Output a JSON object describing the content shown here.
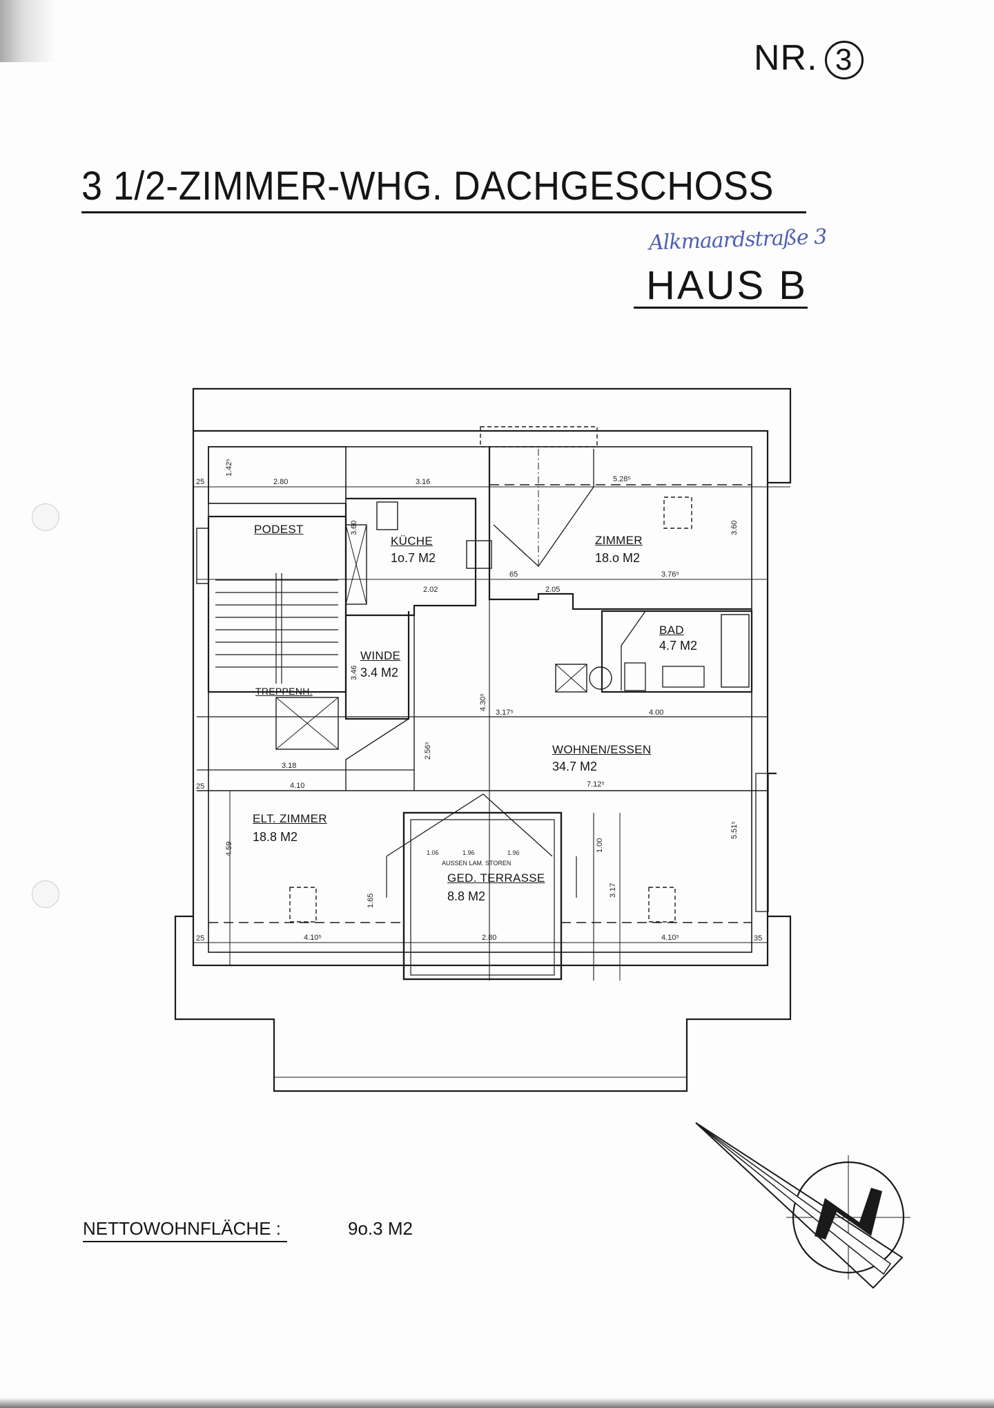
{
  "header": {
    "number_label": "NR.",
    "number_value": "3",
    "title": "3 1/2-ZIMMER-WHG. DACHGESCHOSS",
    "handwritten_note": "Alkmaardstraße 3",
    "house": "HAUS B"
  },
  "rooms": [
    {
      "name": "PODEST",
      "area": ""
    },
    {
      "name": "KÜCHE",
      "area": "1o.7 M2"
    },
    {
      "name": "ZIMMER",
      "area": "18.o M2"
    },
    {
      "name": "BAD",
      "area": "4.7 M2"
    },
    {
      "name": "WINDE",
      "area": "3.4 M2"
    },
    {
      "name": "TREPPENH.",
      "area": ""
    },
    {
      "name": "WOHNEN/ESSEN",
      "area": "34.7 M2"
    },
    {
      "name": "ELT. ZIMMER",
      "area": "18.8 M2"
    },
    {
      "name": "GED. TERRASSE",
      "area": "8.8 M2"
    }
  ],
  "annotations": {
    "storen": "AUSSEN LAM. STOREN"
  },
  "dimensions": [
    "2.80",
    "3.16",
    "5.28⁵",
    "3.76⁵",
    "2.80",
    "4.10⁵",
    "4.10⁵",
    "4.10",
    "7.12⁵",
    "4.00",
    "3.17⁵",
    "3.18",
    "5.51⁵",
    "3.60",
    "3.60",
    "4.59",
    "3.46",
    "1.42⁵",
    "4.30⁵",
    "2.56⁵",
    "3.17",
    "1.00",
    "1.65",
    "25",
    "25",
    "25",
    "35",
    "2.02",
    "2.05",
    "65",
    "1.06",
    "1.96",
    "1.96"
  ],
  "summary": {
    "label": "NETTOWOHNFLÄCHE :",
    "value": "9o.3  M2"
  },
  "compass": {
    "north_label": "N"
  }
}
